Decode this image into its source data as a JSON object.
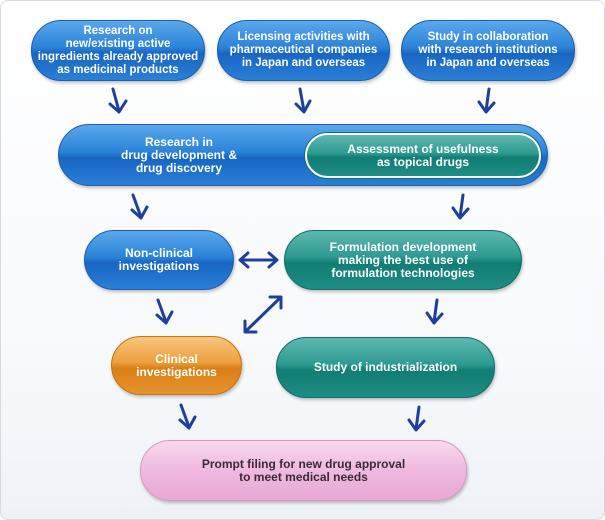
{
  "diagram": {
    "sources": [
      {
        "label": "Research on\nnew/existing active\ningredients already approved\nas medicinal products"
      },
      {
        "label": "Licensing activities with\npharmaceutical companies\nin Japan and overseas"
      },
      {
        "label": "Study in collaboration\nwith research institutions\nin Japan and overseas"
      }
    ],
    "research": {
      "label": "Research in\ndrug development &\ndrug discovery"
    },
    "assessment": {
      "label": "Assessment of usefulness\nas topical drugs"
    },
    "non_clinical": {
      "label": "Non-clinical\ninvestigations"
    },
    "formulation": {
      "label": "Formulation development\nmaking the best use of\nformulation technologies"
    },
    "clinical": {
      "label": "Clinical\ninvestigations"
    },
    "industrialization": {
      "label": "Study of industrialization"
    },
    "filing": {
      "label": "Prompt filing for new drug approval\nto meet medical needs"
    },
    "colors": {
      "blue": "#2a82d8",
      "teal": "#117d73",
      "orange": "#e59430",
      "pink": "#efb9df",
      "arrow": "#1f3f9c"
    }
  }
}
